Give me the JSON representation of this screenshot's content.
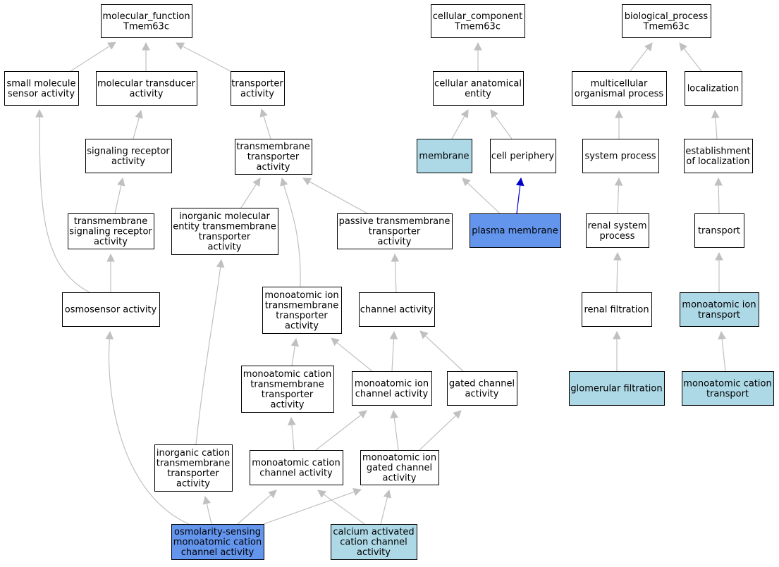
{
  "colors": {
    "default_fill": "#ffffff",
    "highlight_fill": "#add8e6",
    "query_fill": "#6495ed",
    "edge_grey": "#c0c0c0",
    "edge_blue": "#0000cd",
    "border": "#000000"
  },
  "nodes": [
    {
      "id": "molecular_function",
      "lines": [
        "molecular_function",
        "Tmem63c"
      ],
      "style": "default"
    },
    {
      "id": "small_molecule_sensor",
      "lines": [
        "small molecule",
        "sensor activity"
      ],
      "style": "default"
    },
    {
      "id": "molecular_transducer",
      "lines": [
        "molecular transducer",
        "activity"
      ],
      "style": "default"
    },
    {
      "id": "transporter_activity",
      "lines": [
        "transporter",
        "activity"
      ],
      "style": "default"
    },
    {
      "id": "signaling_receptor",
      "lines": [
        "signaling receptor",
        "activity"
      ],
      "style": "default"
    },
    {
      "id": "transmembrane_transporter",
      "lines": [
        "transmembrane",
        "transporter",
        "activity"
      ],
      "style": "default"
    },
    {
      "id": "transmembrane_signaling_receptor",
      "lines": [
        "transmembrane",
        "signaling receptor",
        "activity"
      ],
      "style": "default"
    },
    {
      "id": "inorganic_molecular_entity",
      "lines": [
        "inorganic molecular",
        "entity transmembrane",
        "transporter",
        "activity"
      ],
      "style": "default"
    },
    {
      "id": "passive_transmembrane",
      "lines": [
        "passive transmembrane",
        "transporter",
        "activity"
      ],
      "style": "default"
    },
    {
      "id": "osmosensor",
      "lines": [
        "osmosensor activity"
      ],
      "style": "default"
    },
    {
      "id": "monoatomic_ion_transmembrane",
      "lines": [
        "monoatomic ion",
        "transmembrane",
        "transporter",
        "activity"
      ],
      "style": "default"
    },
    {
      "id": "channel_activity",
      "lines": [
        "channel activity"
      ],
      "style": "default"
    },
    {
      "id": "monoatomic_cation_transmembrane",
      "lines": [
        "monoatomic cation",
        "transmembrane",
        "transporter",
        "activity"
      ],
      "style": "default"
    },
    {
      "id": "monoatomic_ion_channel",
      "lines": [
        "monoatomic ion",
        "channel activity"
      ],
      "style": "default"
    },
    {
      "id": "gated_channel",
      "lines": [
        "gated channel",
        "activity"
      ],
      "style": "default"
    },
    {
      "id": "inorganic_cation_transmembrane",
      "lines": [
        "inorganic cation",
        "transmembrane",
        "transporter",
        "activity"
      ],
      "style": "default"
    },
    {
      "id": "monoatomic_cation_channel",
      "lines": [
        "monoatomic cation",
        "channel activity"
      ],
      "style": "default"
    },
    {
      "id": "monoatomic_ion_gated_channel",
      "lines": [
        "monoatomic ion",
        "gated channel",
        "activity"
      ],
      "style": "default"
    },
    {
      "id": "osmolarity_sensing",
      "lines": [
        "osmolarity-sensing",
        "monoatomic cation",
        "channel activity"
      ],
      "style": "query"
    },
    {
      "id": "calcium_activated",
      "lines": [
        "calcium activated",
        "cation channel",
        "activity"
      ],
      "style": "highlight"
    },
    {
      "id": "cellular_component",
      "lines": [
        "cellular_component",
        "Tmem63c"
      ],
      "style": "default"
    },
    {
      "id": "cellular_anatomical_entity",
      "lines": [
        "cellular anatomical",
        "entity"
      ],
      "style": "default"
    },
    {
      "id": "membrane",
      "lines": [
        "membrane"
      ],
      "style": "highlight"
    },
    {
      "id": "cell_periphery",
      "lines": [
        "cell periphery"
      ],
      "style": "default"
    },
    {
      "id": "plasma_membrane",
      "lines": [
        "plasma membrane"
      ],
      "style": "query"
    },
    {
      "id": "biological_process",
      "lines": [
        "biological_process",
        "Tmem63c"
      ],
      "style": "default"
    },
    {
      "id": "multicellular_organismal",
      "lines": [
        "multicellular",
        "organismal process"
      ],
      "style": "default"
    },
    {
      "id": "localization",
      "lines": [
        "localization"
      ],
      "style": "default"
    },
    {
      "id": "system_process",
      "lines": [
        "system process"
      ],
      "style": "default"
    },
    {
      "id": "establishment_localization",
      "lines": [
        "establishment",
        "of localization"
      ],
      "style": "default"
    },
    {
      "id": "renal_system_process",
      "lines": [
        "renal system",
        "process"
      ],
      "style": "default"
    },
    {
      "id": "transport",
      "lines": [
        "transport"
      ],
      "style": "default"
    },
    {
      "id": "renal_filtration",
      "lines": [
        "renal filtration"
      ],
      "style": "default"
    },
    {
      "id": "monoatomic_ion_transport",
      "lines": [
        "monoatomic ion",
        "transport"
      ],
      "style": "highlight"
    },
    {
      "id": "glomerular_filtration",
      "lines": [
        "glomerular filtration"
      ],
      "style": "highlight"
    },
    {
      "id": "monoatomic_cation_transport",
      "lines": [
        "monoatomic cation",
        "transport"
      ],
      "style": "highlight"
    }
  ],
  "edges": [
    {
      "from": "small_molecule_sensor",
      "to": "molecular_function",
      "color": "grey"
    },
    {
      "from": "molecular_transducer",
      "to": "molecular_function",
      "color": "grey"
    },
    {
      "from": "transporter_activity",
      "to": "molecular_function",
      "color": "grey"
    },
    {
      "from": "signaling_receptor",
      "to": "molecular_transducer",
      "color": "grey"
    },
    {
      "from": "transmembrane_transporter",
      "to": "transporter_activity",
      "color": "grey"
    },
    {
      "from": "transmembrane_signaling_receptor",
      "to": "signaling_receptor",
      "color": "grey"
    },
    {
      "from": "inorganic_molecular_entity",
      "to": "transmembrane_transporter",
      "color": "grey"
    },
    {
      "from": "passive_transmembrane",
      "to": "transmembrane_transporter",
      "color": "grey"
    },
    {
      "from": "monoatomic_ion_transmembrane",
      "to": "transmembrane_transporter",
      "color": "grey"
    },
    {
      "from": "osmosensor",
      "to": "small_molecule_sensor",
      "color": "grey"
    },
    {
      "from": "osmosensor",
      "to": "transmembrane_signaling_receptor",
      "color": "grey"
    },
    {
      "from": "channel_activity",
      "to": "passive_transmembrane",
      "color": "grey"
    },
    {
      "from": "monoatomic_cation_transmembrane",
      "to": "monoatomic_ion_transmembrane",
      "color": "grey"
    },
    {
      "from": "monoatomic_ion_channel",
      "to": "monoatomic_ion_transmembrane",
      "color": "grey"
    },
    {
      "from": "monoatomic_ion_channel",
      "to": "channel_activity",
      "color": "grey"
    },
    {
      "from": "gated_channel",
      "to": "channel_activity",
      "color": "grey"
    },
    {
      "from": "inorganic_cation_transmembrane",
      "to": "inorganic_molecular_entity",
      "color": "grey"
    },
    {
      "from": "monoatomic_cation_channel",
      "to": "monoatomic_cation_transmembrane",
      "color": "grey"
    },
    {
      "from": "monoatomic_cation_channel",
      "to": "monoatomic_ion_channel",
      "color": "grey"
    },
    {
      "from": "monoatomic_ion_gated_channel",
      "to": "monoatomic_ion_channel",
      "color": "grey"
    },
    {
      "from": "monoatomic_ion_gated_channel",
      "to": "gated_channel",
      "color": "grey"
    },
    {
      "from": "osmolarity_sensing",
      "to": "osmosensor",
      "color": "grey"
    },
    {
      "from": "osmolarity_sensing",
      "to": "inorganic_cation_transmembrane",
      "color": "grey"
    },
    {
      "from": "osmolarity_sensing",
      "to": "monoatomic_cation_channel",
      "color": "grey"
    },
    {
      "from": "osmolarity_sensing",
      "to": "monoatomic_ion_gated_channel",
      "color": "grey"
    },
    {
      "from": "calcium_activated",
      "to": "monoatomic_cation_channel",
      "color": "grey"
    },
    {
      "from": "calcium_activated",
      "to": "monoatomic_ion_gated_channel",
      "color": "grey"
    },
    {
      "from": "cellular_anatomical_entity",
      "to": "cellular_component",
      "color": "grey"
    },
    {
      "from": "membrane",
      "to": "cellular_anatomical_entity",
      "color": "grey"
    },
    {
      "from": "cell_periphery",
      "to": "cellular_anatomical_entity",
      "color": "grey"
    },
    {
      "from": "plasma_membrane",
      "to": "membrane",
      "color": "grey"
    },
    {
      "from": "plasma_membrane",
      "to": "cell_periphery",
      "color": "blue"
    },
    {
      "from": "multicellular_organismal",
      "to": "biological_process",
      "color": "grey"
    },
    {
      "from": "localization",
      "to": "biological_process",
      "color": "grey"
    },
    {
      "from": "system_process",
      "to": "multicellular_organismal",
      "color": "grey"
    },
    {
      "from": "establishment_localization",
      "to": "localization",
      "color": "grey"
    },
    {
      "from": "renal_system_process",
      "to": "system_process",
      "color": "grey"
    },
    {
      "from": "transport",
      "to": "establishment_localization",
      "color": "grey"
    },
    {
      "from": "renal_filtration",
      "to": "renal_system_process",
      "color": "grey"
    },
    {
      "from": "monoatomic_ion_transport",
      "to": "transport",
      "color": "grey"
    },
    {
      "from": "glomerular_filtration",
      "to": "renal_filtration",
      "color": "grey"
    },
    {
      "from": "monoatomic_cation_transport",
      "to": "monoatomic_ion_transport",
      "color": "grey"
    }
  ]
}
